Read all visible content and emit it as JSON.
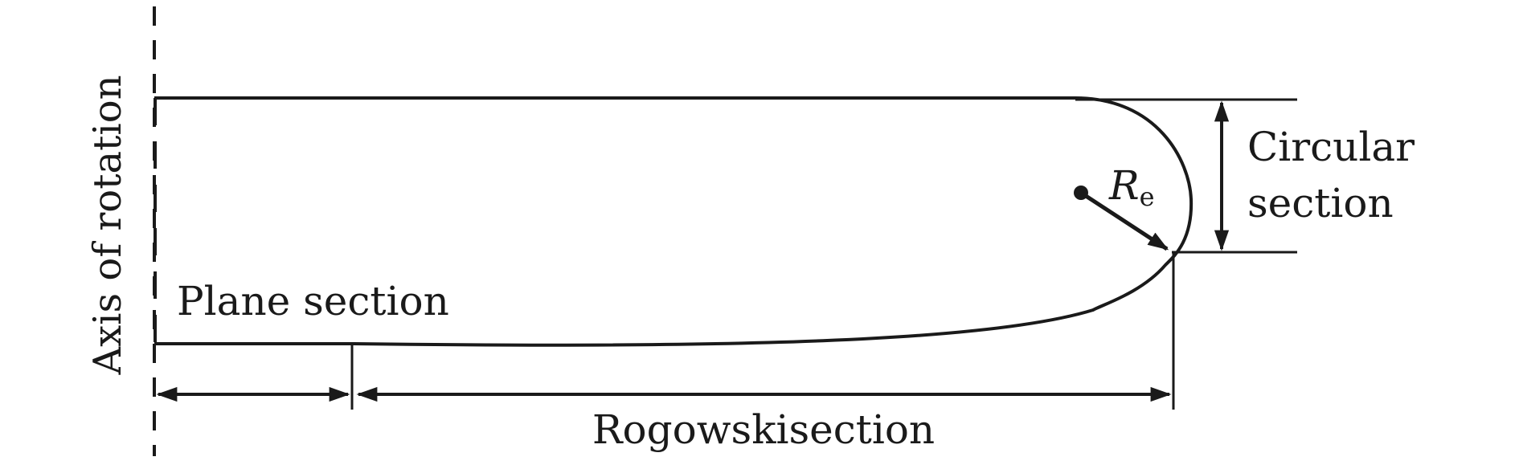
{
  "labels": {
    "axis": "Axis of rotation",
    "plane": "Plane section",
    "rogowski": "Rogowskisection",
    "circular_line1": "Circular",
    "circular_line2": "section",
    "radius_symbol": "R",
    "radius_subscript": "e"
  },
  "colors": {
    "ink": "#1a1a1a",
    "background": "#ffffff"
  }
}
